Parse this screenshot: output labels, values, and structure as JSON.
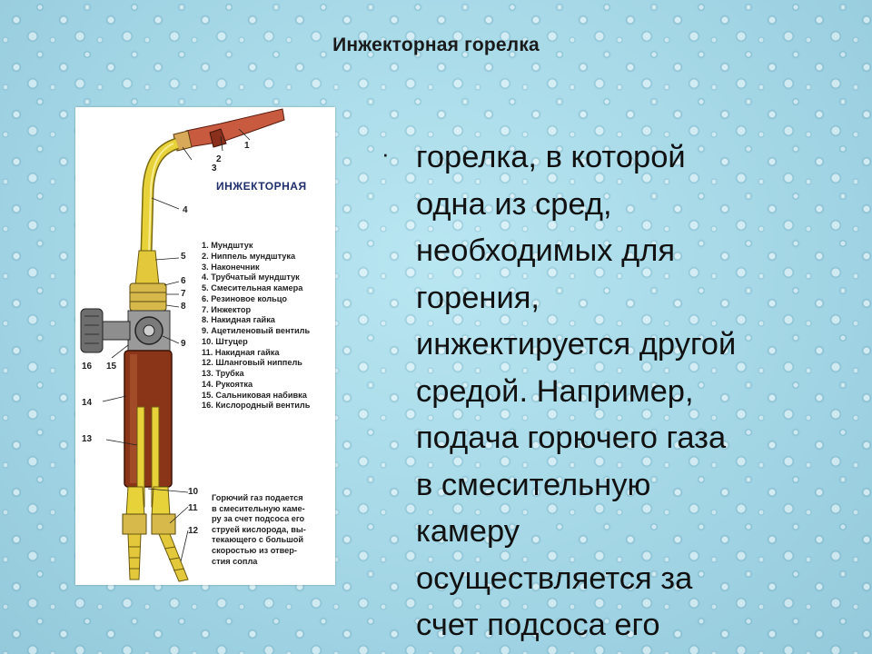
{
  "slide": {
    "title": "Инжекторная горелка",
    "bullet_symbol": "·",
    "body_lines": [
      "горелка, в которой",
      "одна из сред,",
      "необходимых для",
      "горения,",
      "инжектируется другой",
      "средой. Например,",
      "подача горючего газа",
      "в смесительную",
      "камеру",
      "осуществляется за",
      "счет подсоса его"
    ]
  },
  "figure": {
    "heading": "ИНЖЕКТОРНАЯ",
    "legend": [
      "1. Мундштук",
      "2. Ниппель мундштука",
      "3. Наконечник",
      "4. Трубчатый мундштук",
      "5. Смесительная камера",
      "6. Резиновое кольцо",
      "7. Инжектор",
      "8. Накидная гайка",
      "9. Ацетиленовый вентиль",
      "10. Штуцер",
      "11. Накидная гайка",
      "12. Шланговый ниппель",
      "13. Трубка",
      "14. Рукоятка",
      "15. Сальниковая набивка",
      "16. Кислородный вентиль"
    ],
    "note_lines": [
      "Горючий газ подается",
      "в смесительную каме-",
      "ру за счет подсоса его",
      "струей кислорода, вы-",
      "текающего с большой",
      "скоростью из отвер-",
      "стия сопла"
    ],
    "callouts": {
      "n1": "1",
      "n2": "2",
      "n3": "3",
      "n4": "4",
      "n5": "5",
      "n6": "6",
      "n7": "7",
      "n8": "8",
      "n9": "9",
      "n10": "10",
      "n11": "11",
      "n12": "12",
      "n13": "13",
      "n14": "14",
      "n15": "15",
      "n16": "16"
    },
    "colors": {
      "tube_yellow": "#e8d23a",
      "handle_brown": "#8a3518",
      "nozzle_red": "#b8452f",
      "valve_gray": "#6e6e6e"
    }
  }
}
